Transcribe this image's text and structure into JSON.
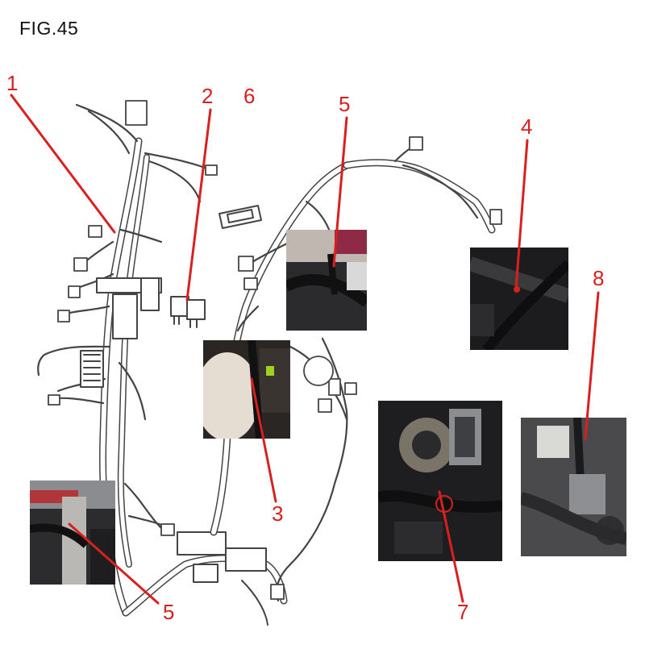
{
  "figure": {
    "title": "FIG.45"
  },
  "colors": {
    "callout": "#d8201e",
    "harness_line": "#444444",
    "harness_fill": "#ffffff",
    "photo_dark": "#1d1d1f"
  },
  "callouts": [
    {
      "id": "c1",
      "label": "1"
    },
    {
      "id": "c2",
      "label": "2"
    },
    {
      "id": "c6",
      "label": "6"
    },
    {
      "id": "c5a",
      "label": "5"
    },
    {
      "id": "c4",
      "label": "4"
    },
    {
      "id": "c8",
      "label": "8"
    },
    {
      "id": "c3",
      "label": "3"
    },
    {
      "id": "c5b",
      "label": "5"
    },
    {
      "id": "c7",
      "label": "7"
    }
  ]
}
